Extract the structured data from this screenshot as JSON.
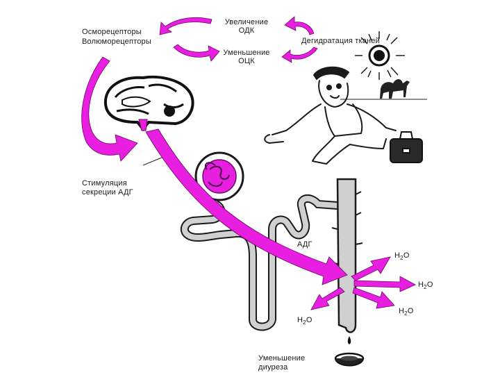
{
  "labels": {
    "osmo_1": "Осморецепторы",
    "osmo_2": "Волюморецепторы",
    "increase_1": "Увеличение",
    "increase_2": "ОДК",
    "decrease_1": "Уменьшение",
    "decrease_2": "ОЦК",
    "dehydration": "Дегидратация тканей",
    "stimulation_1": "Стимуляция",
    "stimulation_2": "секреции АДГ",
    "adh": "АДГ",
    "diuresis_1": "Уменьшение",
    "diuresis_2": "диуреза",
    "water_main": "H",
    "water_sub": "2",
    "water_end": "O"
  },
  "colors": {
    "accent": "#e81ee0",
    "accent_dark": "#8a0f85",
    "ink": "#1a1a1a",
    "tubule_fill": "#c9c9c9"
  },
  "icons": [
    "sun-icon",
    "camel-icon",
    "bag-icon",
    "brain-icon",
    "glomerulus-icon",
    "cup-icon",
    "person-icon"
  ]
}
